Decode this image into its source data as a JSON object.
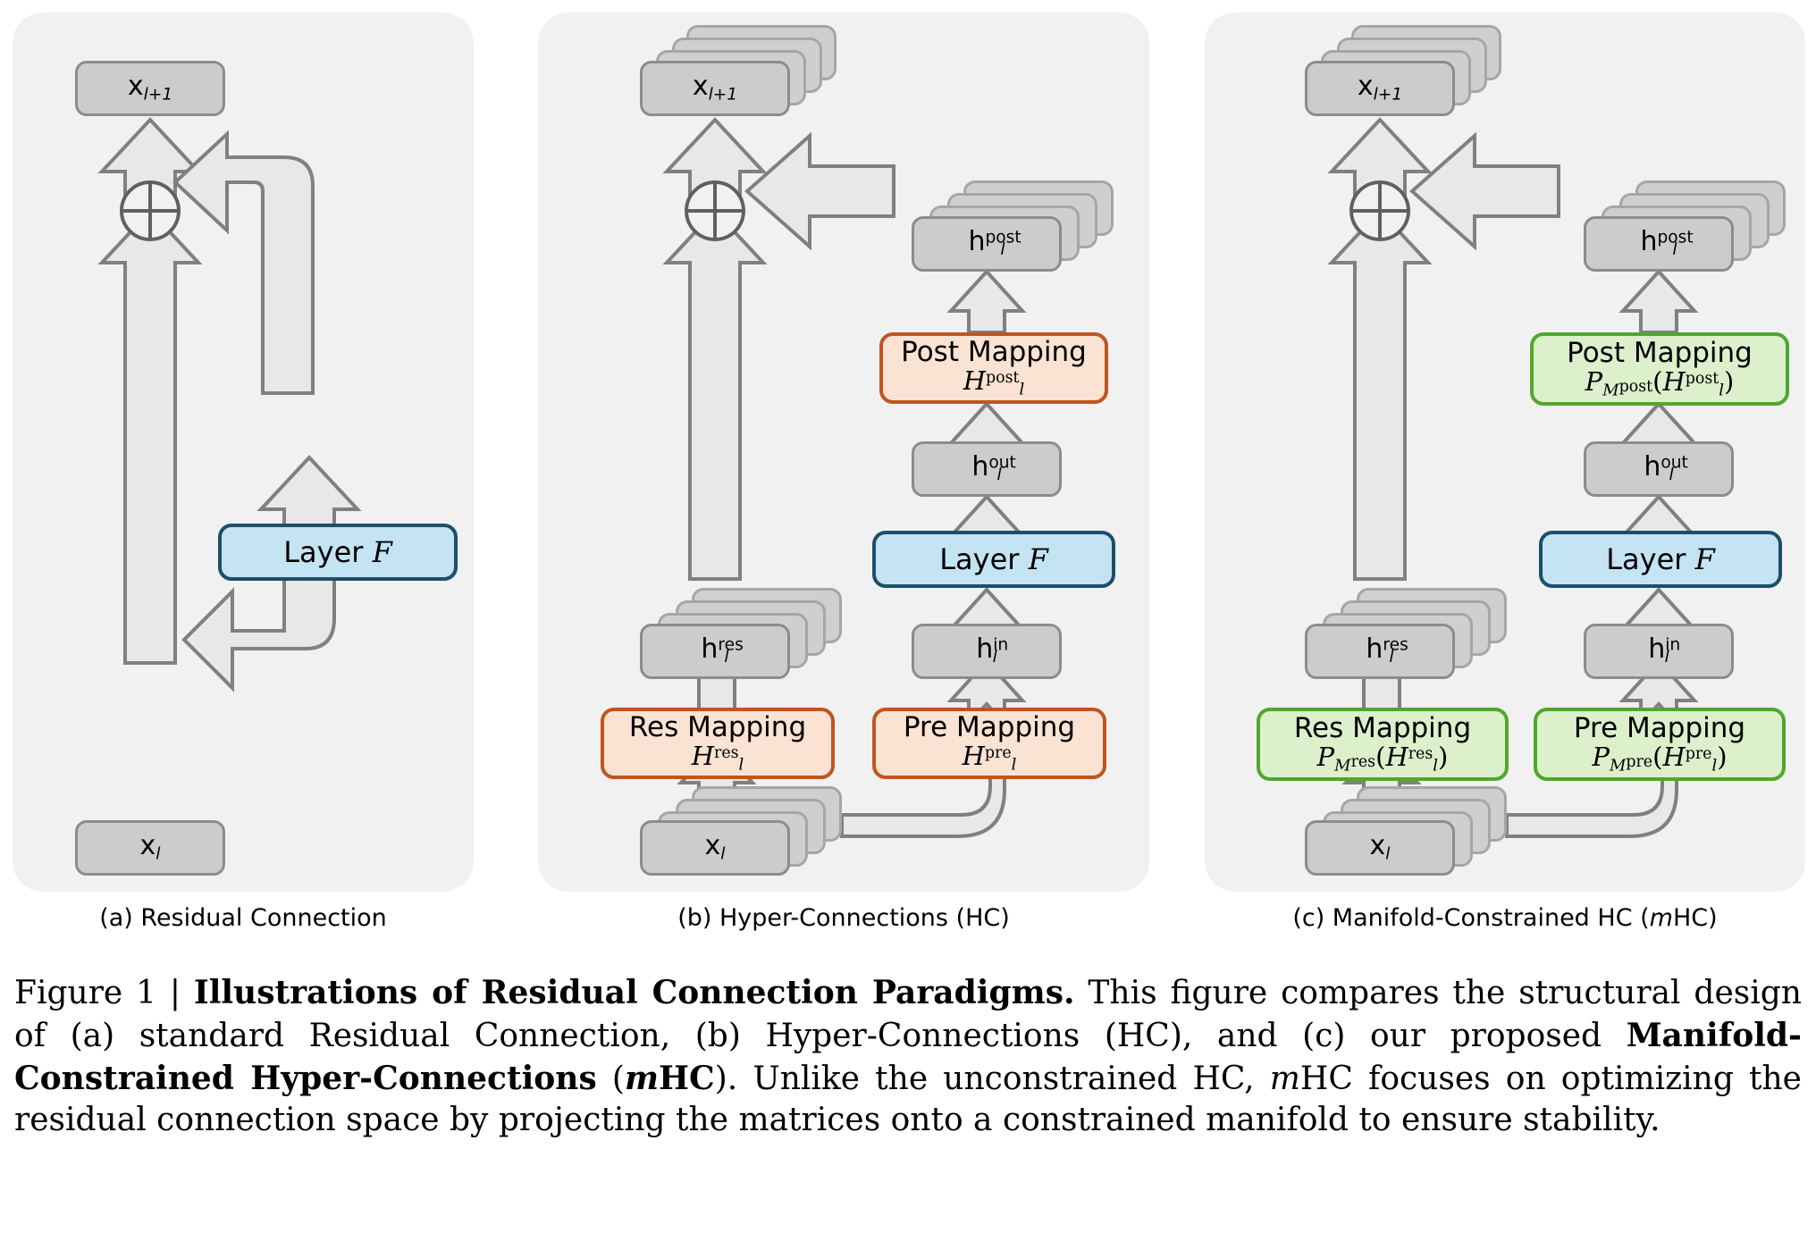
{
  "figure": {
    "panels": [
      {
        "id": "a",
        "caption": "(a) Residual Connection",
        "nodes": {
          "x_next": "x",
          "x_next_sub": "l+1",
          "x_in": "x",
          "x_in_sub": "l",
          "layer": "Layer",
          "layer_sym": "F"
        }
      },
      {
        "id": "b",
        "caption_prefix": "(b) Hyper-Connections (HC)",
        "caption": "(b) Hyper-Connections (HC)",
        "nodes": {
          "x_next": "x",
          "x_next_sub": "l+1",
          "x_in": "x",
          "x_in_sub": "l",
          "layer": "Layer",
          "layer_sym": "F",
          "h_res": "h",
          "h_res_sup": "res",
          "h_res_sub": "l",
          "h_in": "h",
          "h_in_sup": "in",
          "h_in_sub": "l",
          "h_out": "h",
          "h_out_sup": "out",
          "h_out_sub": "l",
          "h_post": "h",
          "h_post_sup": "post",
          "h_post_sub": "l"
        },
        "mappings": {
          "post_title": "Post Mapping",
          "post_formula_html": "<span class=\"cal\">H</span><span class=\"supn\">post</span><span class=\"subi\">l</span>",
          "res_title": "Res Mapping",
          "res_formula_html": "<span class=\"cal\">H</span><span class=\"supn\">res</span><span class=\"subi\">l</span>",
          "pre_title": "Pre Mapping",
          "pre_formula_html": "<span class=\"cal\">H</span><span class=\"supn\">pre</span><span class=\"subi\">l</span>"
        }
      },
      {
        "id": "c",
        "caption": "(c) Manifold-Constrained HC (mHC)",
        "nodes": {
          "x_next": "x",
          "x_next_sub": "l+1",
          "x_in": "x",
          "x_in_sub": "l",
          "layer": "Layer",
          "layer_sym": "F",
          "h_res": "h",
          "h_res_sup": "res",
          "h_res_sub": "l",
          "h_in": "h",
          "h_in_sup": "in",
          "h_in_sub": "l",
          "h_out": "h",
          "h_out_sup": "out",
          "h_out_sub": "l",
          "h_post": "h",
          "h_post_sup": "post",
          "h_post_sub": "l"
        },
        "mappings": {
          "post_title": "Post Mapping",
          "post_formula_html": "<span class=\"cal\">P</span><span class=\"subi\">M</span><span class=\"supn\" style=\"vertical-align:-0.05em\">post</span>(<span class=\"cal\">H</span><span class=\"supn\">post</span><span class=\"subi\">l</span>)",
          "res_title": "Res Mapping",
          "res_formula_html": "<span class=\"cal\">P</span><span class=\"subi\">M</span><span class=\"supn\" style=\"vertical-align:-0.05em\">res</span>(<span class=\"cal\">H</span><span class=\"supn\">res</span><span class=\"subi\">l</span>)",
          "pre_title": "Pre Mapping",
          "pre_formula_html": "<span class=\"cal\">P</span><span class=\"subi\">M</span><span class=\"supn\" style=\"vertical-align:-0.05em\">pre</span>(<span class=\"cal\">H</span><span class=\"supn\">pre</span><span class=\"subi\">l</span>)"
        }
      }
    ],
    "plus_symbol": "⊕",
    "caption_html": "Figure 1 | <b>Illustrations of Residual Connection Paradigms.</b> This figure compares the structural design of (a) standard Residual Connection, (b) Hyper-Connections (HC), and (c) our proposed <b>Manifold-Constrained Hyper-Connections</b> (<b><i>m</i></b><b>HC</b>). Unlike the unconstrained HC, <i>m</i>HC focuses on optimizing the residual connection space by projecting the matrices onto a constrained manifold to ensure stability."
  },
  "colors": {
    "panel_bg": "#f1f1f1",
    "node_fill": "#cccccc",
    "node_border": "#8c8c8c",
    "arrow_fill": "#e8e8e8",
    "arrow_border": "#808080",
    "layer_fill": "#c4e3f3",
    "layer_border": "#1f4e69",
    "orange_fill": "#fae3d3",
    "orange_border": "#c0551f",
    "green_fill": "#dcf0cc",
    "green_border": "#4fa72e"
  }
}
